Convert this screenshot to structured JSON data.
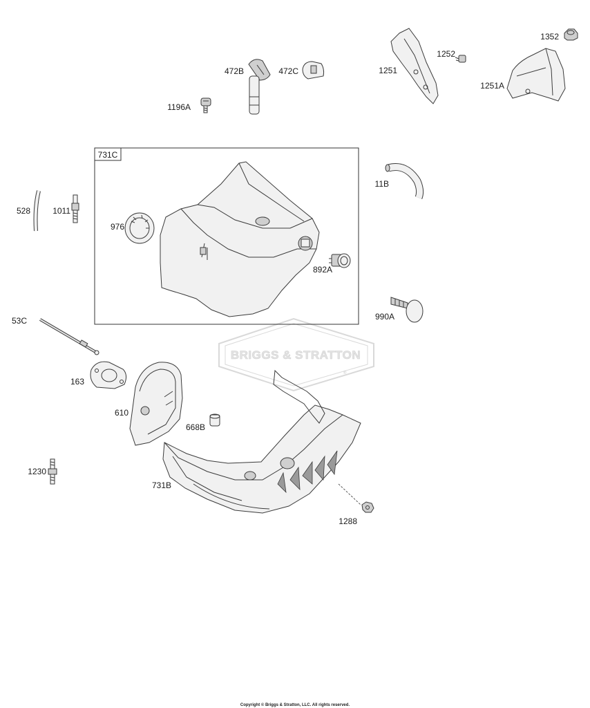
{
  "labels": {
    "p1352": "1352",
    "p1252": "1252",
    "p1251": "1251",
    "p1251A": "1251A",
    "p472B": "472B",
    "p472C": "472C",
    "p1196A": "1196A",
    "p731C": "731C",
    "p11B": "11B",
    "p528": "528",
    "p1011": "1011",
    "p976": "976",
    "p892A": "892A",
    "p990A": "990A",
    "p53C": "53C",
    "p163": "163",
    "p610": "610",
    "p668B": "668B",
    "p1230": "1230",
    "p731B": "731B",
    "p1288": "1288"
  },
  "watermark": {
    "brand": "BRIGGS & STRATTON",
    "reg": "®"
  },
  "footer": {
    "copyright": "Copyright © Briggs & Stratton, LLC. All rights reserved."
  }
}
